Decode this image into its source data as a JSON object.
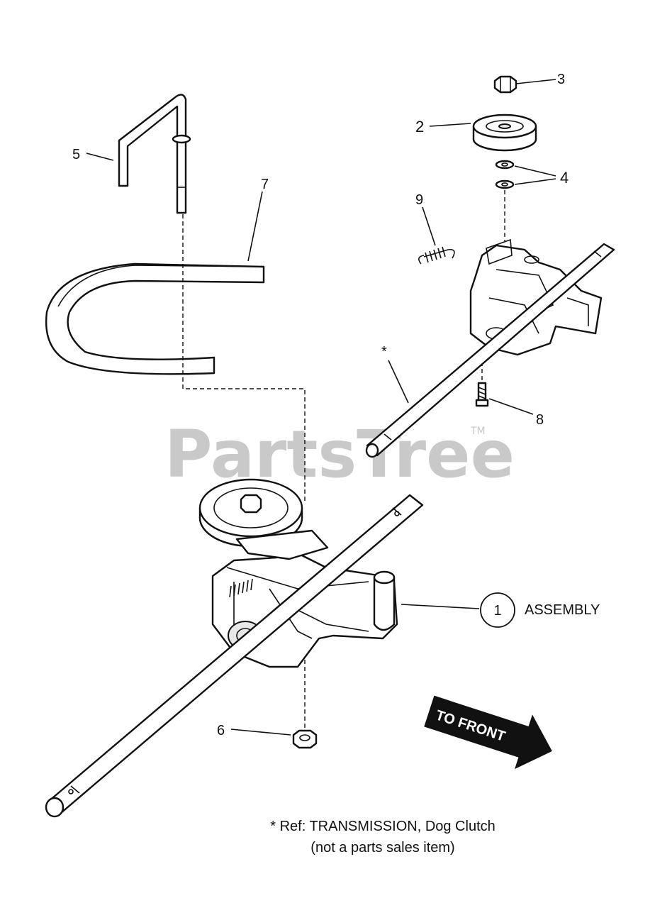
{
  "watermark": {
    "brand": "PartsTree",
    "trademark": "TM"
  },
  "callouts": {
    "c1": "1",
    "c2": "2",
    "c3": "3",
    "c4": "4",
    "c5": "5",
    "c6": "6",
    "c7": "7",
    "c8": "8",
    "c9": "9",
    "star": "*"
  },
  "assembly_label": "ASSEMBLY",
  "direction_arrow": "TO FRONT",
  "note": {
    "line1": "* Ref: TRANSMISSION, Dog Clutch",
    "line2": "(not a parts sales item)"
  }
}
